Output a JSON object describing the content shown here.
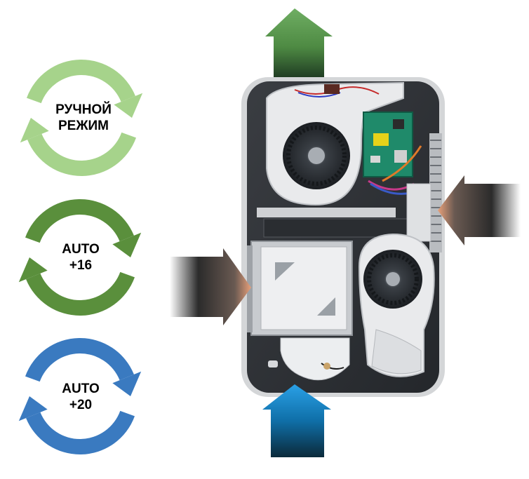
{
  "modes": [
    {
      "line1": "РУЧНОЙ",
      "line2": "РЕЖИМ",
      "color": "#a6d38b"
    },
    {
      "line1": "AUTO",
      "line2": "+16",
      "color": "#5a8f3c"
    },
    {
      "line1": "AUTO",
      "line2": "+20",
      "color": "#3a7ac0"
    }
  ],
  "airflow": {
    "exhaust_color": "#4e8a43",
    "intake_bottom_color": "#1f7fc0",
    "intake_side_color": "#e8a07a"
  }
}
